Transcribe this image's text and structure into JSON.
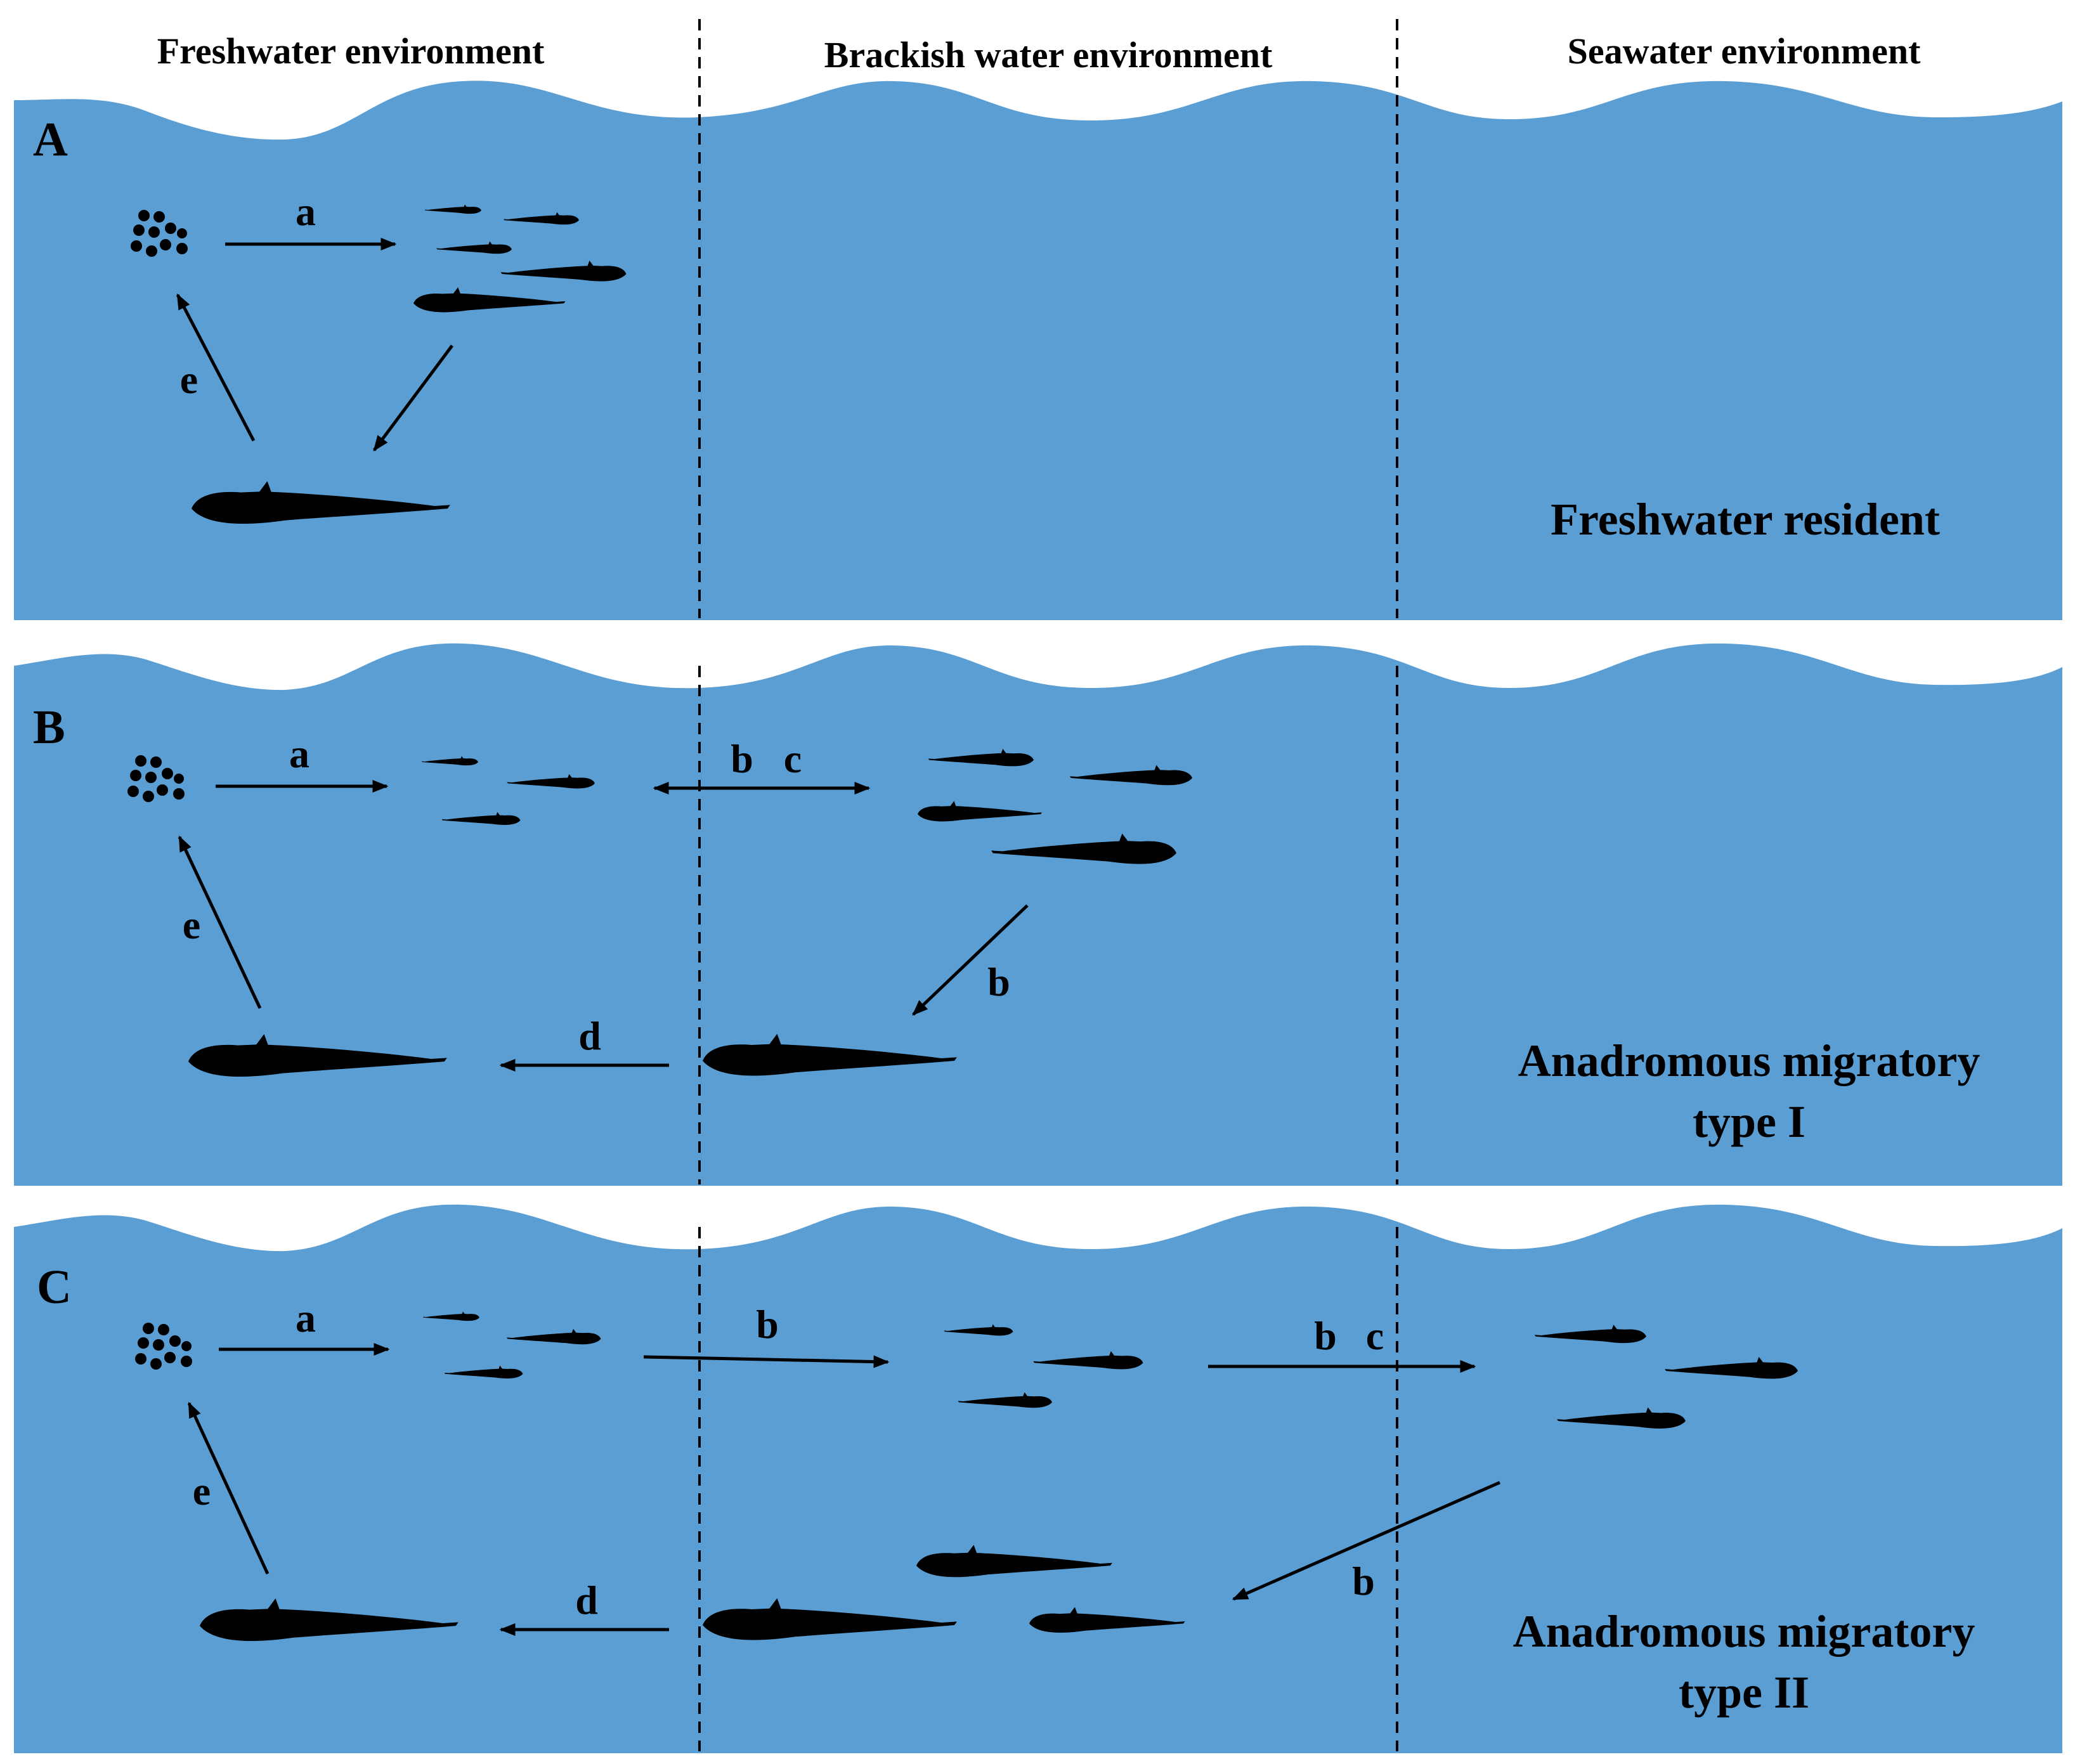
{
  "colors": {
    "water": "#5b9ed4",
    "ink": "#000000",
    "background": "#ffffff"
  },
  "environments": [
    {
      "key": "fresh",
      "label": "Freshwater environment"
    },
    {
      "key": "brackish",
      "label": "Brackish water environment"
    },
    {
      "key": "sea",
      "label": "Seawater environment"
    }
  ],
  "panels": [
    {
      "letter": "A",
      "caption_lines": [
        "Freshwater resident"
      ],
      "arrow_labels": {
        "eggs_to_larvae": "a",
        "return_to_eggs": "e"
      }
    },
    {
      "letter": "B",
      "caption_lines": [
        "Anadromous migratory",
        "type I"
      ],
      "arrow_labels": {
        "to_brackish_1": "b",
        "to_brackish_2": "c",
        "to_adult": "b",
        "upstream": "d",
        "return_to_eggs": "e",
        "eggs_to_larvae": "a"
      }
    },
    {
      "letter": "C",
      "caption_lines": [
        "Anadromous migratory",
        "type II"
      ],
      "arrow_labels": {
        "eggs_to_larvae": "a",
        "to_brackish": "b",
        "to_sea_1": "b",
        "to_sea_2": "c",
        "to_adult": "b",
        "upstream": "d",
        "return_to_eggs": "e"
      }
    }
  ]
}
